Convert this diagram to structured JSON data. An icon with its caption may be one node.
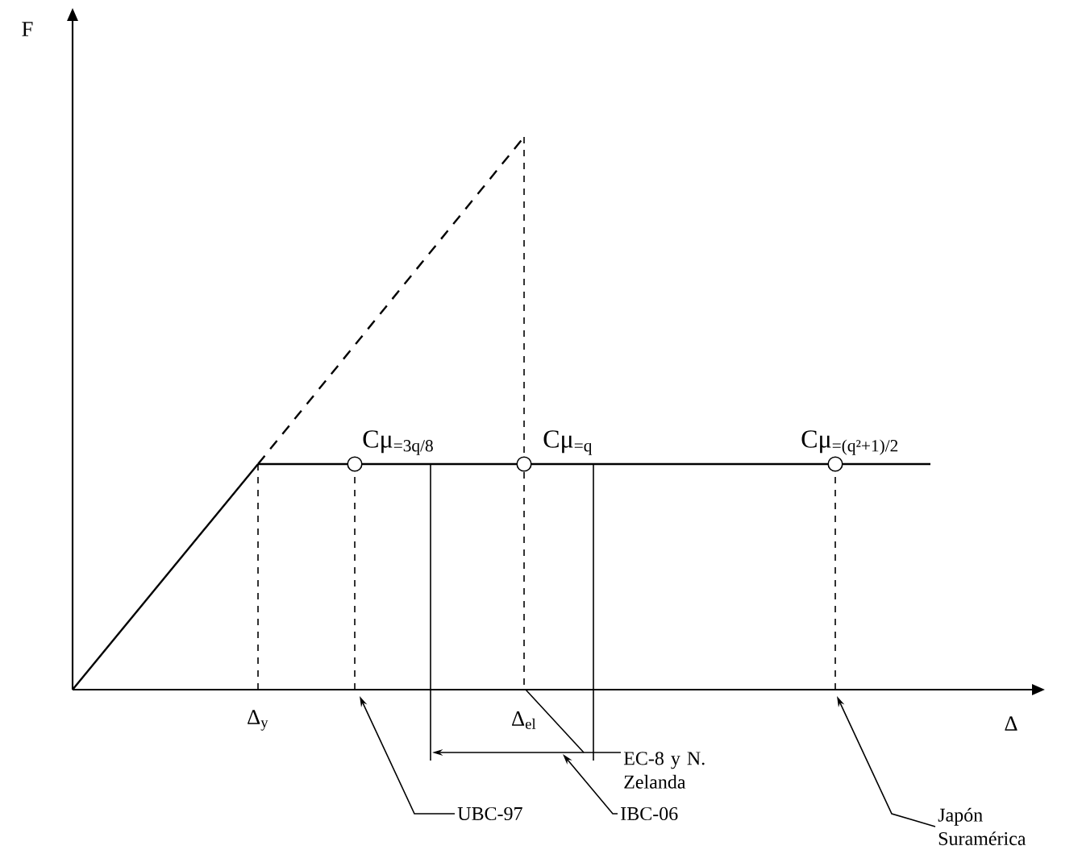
{
  "diagram": {
    "nodes": [
      {
        "text": [
          "UBC-97"
        ]
      },
      {
        "text": [
          "IBC-06"
        ]
      },
      {
        "text": [
          "EC-8 y N. Zelanda"
        ]
      },
      {
        "text": [
          "Japón Suramérica"
        ]
      }
    ],
    "edges": [
      {
        "from": 0,
        "to": null,
        "arrow": "to"
      },
      {
        "from": 1,
        "to": null,
        "arrow": "to"
      },
      {
        "from": 2,
        "to": null,
        "arrow": "to"
      },
      {
        "from": 3,
        "to": null,
        "arrow": "to"
      }
    ],
    "labels": [
      "F",
      "Cμ$_{=3q/8}$",
      "Cμ$_{=q}$",
      "Cμ$_{=(q²+1)/2}$",
      "Δ$_{y}$",
      "Δ$_{el}$",
      "Δ"
    ]
  }
}
